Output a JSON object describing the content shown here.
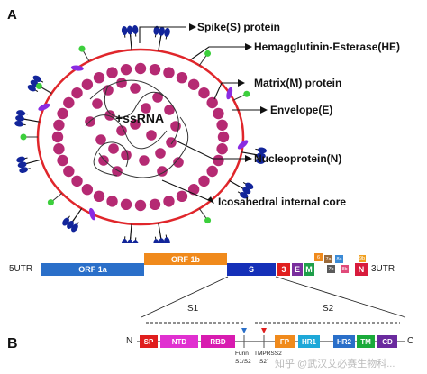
{
  "panel_a": {
    "label": "A",
    "center_label": "+ssRNA",
    "callouts": [
      {
        "id": "spike",
        "text": "Spike(S) protein"
      },
      {
        "id": "he",
        "text": "Hemagglutinin-Esterase(HE)"
      },
      {
        "id": "matrix",
        "text": "Matrix(M) protein"
      },
      {
        "id": "envelope",
        "text": "Envelope(E)"
      },
      {
        "id": "nucleo",
        "text": "Nucleoprotein(N)"
      },
      {
        "id": "core",
        "text": "Icosahedral internal core"
      }
    ]
  },
  "panel_b": {
    "label": "B",
    "genome": {
      "left_end": "5UTR",
      "right_end": "3UTR",
      "segments": [
        {
          "id": "orf1a",
          "label": "ORF 1a",
          "color": "#2a6fc9"
        },
        {
          "id": "orf1b",
          "label": "ORF 1b",
          "color": "#f08a1c"
        },
        {
          "id": "s",
          "label": "S",
          "color": "#1530b8"
        },
        {
          "id": "3",
          "label": "3",
          "color": "#e01e1e"
        },
        {
          "id": "e",
          "label": "E",
          "color": "#7a2e9e"
        },
        {
          "id": "m",
          "label": "M",
          "color": "#1f9e4a"
        },
        {
          "id": "n",
          "label": "N",
          "color": "#d81b3c"
        }
      ],
      "accessory": [
        {
          "label": "6",
          "color": "#f08a1c"
        },
        {
          "label": "7a",
          "color": "#9a6a3a"
        },
        {
          "label": "7b",
          "color": "#5a5a5a"
        },
        {
          "label": "8a",
          "color": "#3a8ad6"
        },
        {
          "label": "8b",
          "color": "#e04a7a"
        },
        {
          "label": "9b",
          "color": "#f0a020"
        }
      ]
    },
    "spike": {
      "s1_label": "S1",
      "s2_label": "S2",
      "n_term": "N",
      "c_term": "C",
      "domains": [
        {
          "id": "sp",
          "label": "SP",
          "color": "#e01e1e"
        },
        {
          "id": "ntd",
          "label": "NTD",
          "color": "#e030d0"
        },
        {
          "id": "rbd",
          "label": "RBD",
          "color": "#d81bb0"
        },
        {
          "id": "fp",
          "label": "FP",
          "color": "#f08a1c"
        },
        {
          "id": "hr1",
          "label": "HR1",
          "color": "#1ea8d8"
        },
        {
          "id": "hr2",
          "label": "HR2",
          "color": "#2a6fc9"
        },
        {
          "id": "tm",
          "label": "TM",
          "color": "#1aaa3a"
        },
        {
          "id": "cd",
          "label": "CD",
          "color": "#6a2a9e"
        }
      ],
      "sites": {
        "furin": "Furin",
        "s1s2": "S1/S2",
        "tmprss2": "TMPRSS2",
        "s2prime": "S2'"
      }
    }
  },
  "watermark": "知乎 @武汉艾必赛生物科..."
}
